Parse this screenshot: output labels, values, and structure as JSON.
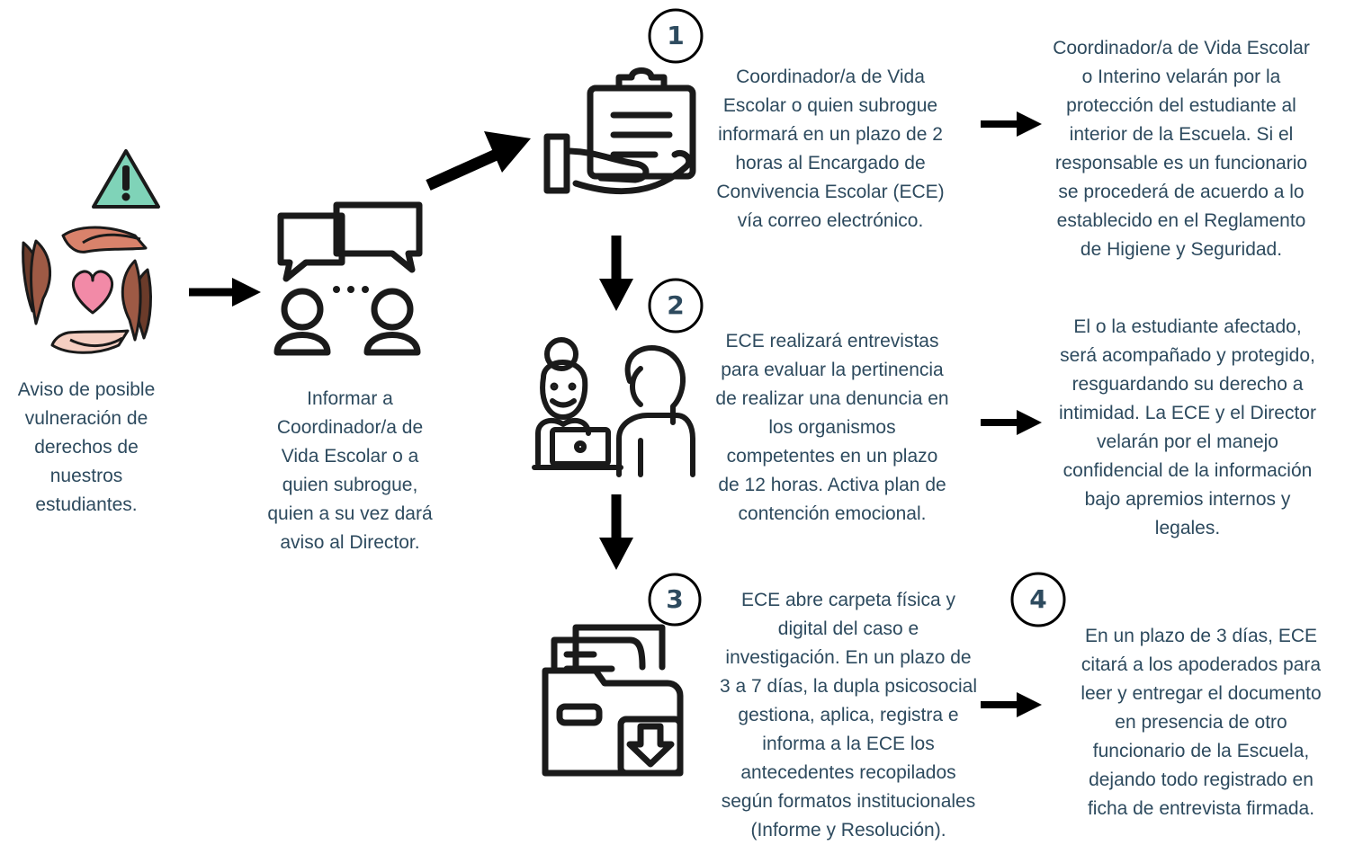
{
  "steps": {
    "alert": {
      "text": "Aviso de posible\nvulneración de\nderechos de\nnuestros\nestudiantes.",
      "icon": "caring-hands-heart-icon",
      "warning_icon": "warning-triangle-icon"
    },
    "inform": {
      "text": "Informar a\nCoordinador/a de\nVida Escolar o a\nquien subrogue,\nquien a su vez dará\naviso al Director.",
      "icon": "conversation-people-icon"
    },
    "step1": {
      "number": "1",
      "text": "Coordinador/a de Vida\nEscolar o quien subrogue\ninformará en un plazo de 2\nhoras al Encargado de\nConvivencia Escolar (ECE)\nvía correo electrónico.",
      "result": "Coordinador/a de Vida Escolar\no Interino velarán por la\nprotección del estudiante al\ninterior de la Escuela. Si el\nresponsable es un funcionario\nse procederá de acuerdo a lo\nestablecido en el Reglamento\nde Higiene y Seguridad.",
      "icon": "clipboard-hand-icon"
    },
    "step2": {
      "number": "2",
      "text": "ECE realizará entrevistas\npara evaluar la pertinencia\nde realizar una denuncia en\nlos organismos\ncompetentes en un plazo\nde 12 horas. Activa plan de\ncontención emocional.",
      "result": "El o la estudiante afectado,\nserá acompañado y protegido,\nresguardando su derecho a\nintimidad. La ECE y el Director\nvelarán por el manejo\nconfidencial de la información\nbajo apremios internos y\nlegales.",
      "icon": "interview-icon"
    },
    "step3": {
      "number": "3",
      "text": "ECE abre carpeta física y\ndigital del caso e\ninvestigación. En un plazo de\n3 a 7 días, la dupla psicosocial\ngestiona, aplica, registra e\ninforma a la ECE los\nantecedentes recopilados\nsegún formatos institucionales\n(Informe y Resolución).",
      "icon": "folder-download-icon"
    },
    "step4": {
      "number": "4",
      "text": "En un plazo de 3 días, ECE\ncitará a los apoderados para\nleer y  entregar el documento\nen presencia de otro\nfuncionario de la Escuela,\ndejando todo registrado en\nficha de entrevista firmada."
    }
  },
  "colors": {
    "text": "#2d4a5e",
    "warning": "#7fd3b8",
    "heart": "#f28aa7",
    "hand_light": "#f5cfc2",
    "hand_mid": "#d9826b",
    "hand_dark": "#6b3b2a",
    "hand_brown": "#9e5a45"
  }
}
